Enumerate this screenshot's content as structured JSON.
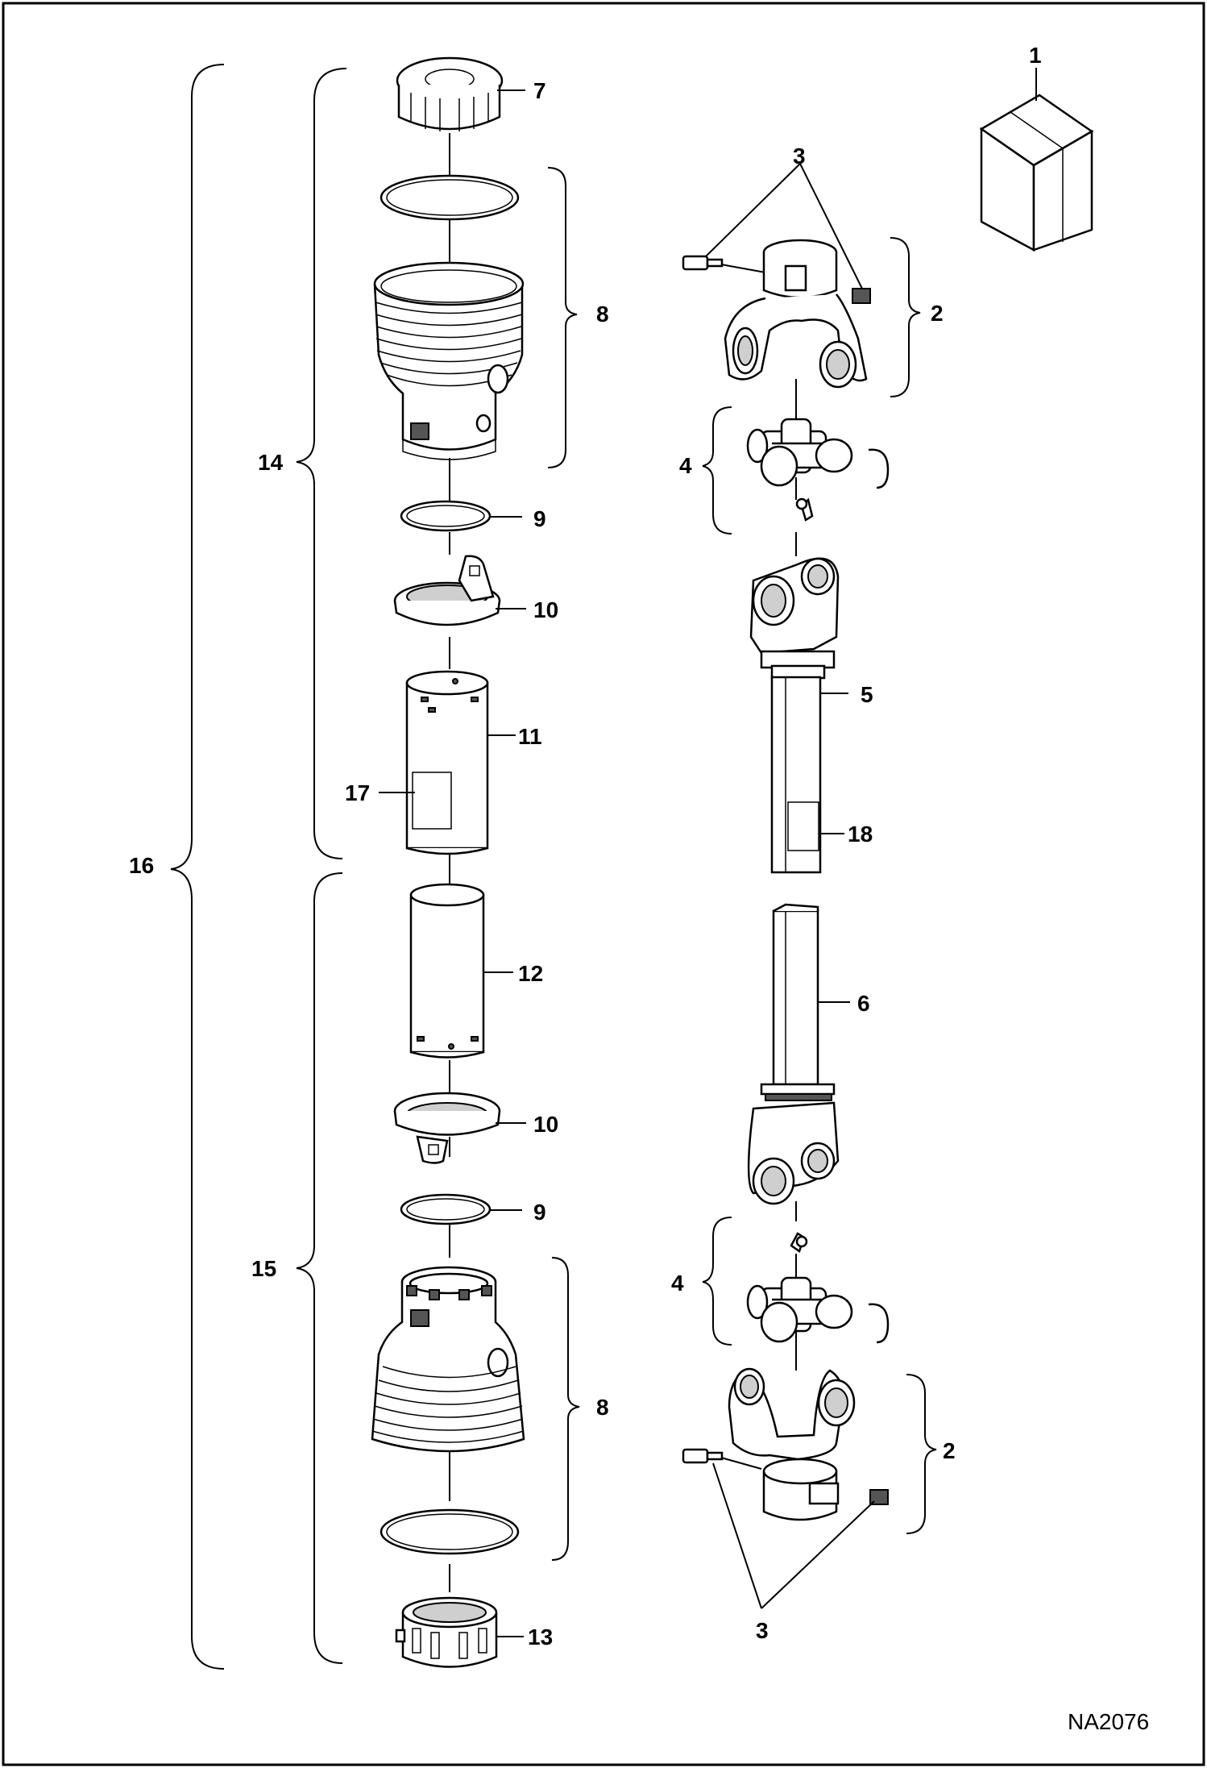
{
  "diagram": {
    "drawing_code": "NA2076",
    "callouts": {
      "c1": "1",
      "c2_top": "2",
      "c2_bottom": "2",
      "c3_top": "3",
      "c3_bottom": "3",
      "c4_top": "4",
      "c4_bottom": "4",
      "c5": "5",
      "c6": "6",
      "c7": "7",
      "c8_top": "8",
      "c8_bottom": "8",
      "c9_top": "9",
      "c9_bottom": "9",
      "c10_top": "10",
      "c10_bottom": "10",
      "c11": "11",
      "c12": "12",
      "c13": "13",
      "c14": "14",
      "c15": "15",
      "c16": "16",
      "c17": "17",
      "c18": "18"
    }
  }
}
